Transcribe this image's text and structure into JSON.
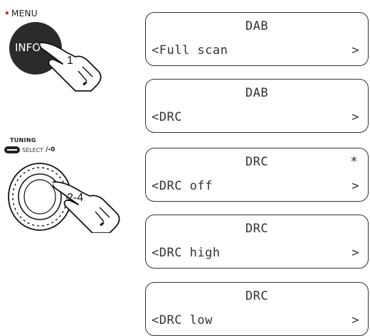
{
  "controls": {
    "menu_label": "MENU",
    "info_button_label": "INFO",
    "tuning_label": "TUNING",
    "select_label": "SELECT",
    "select_symbols": "/-0",
    "step_1_label": "1",
    "step_2_label": "2-4"
  },
  "displays": [
    {
      "line1": "DAB",
      "line2": "<Full scan",
      "arrow": ">",
      "flag": ""
    },
    {
      "line1": "DAB",
      "line2": "<DRC",
      "arrow": ">",
      "flag": ""
    },
    {
      "line1": "DRC",
      "line2": "<DRC off",
      "arrow": ">",
      "flag": "*"
    },
    {
      "line1": "DRC",
      "line2": "<DRC high",
      "arrow": ">",
      "flag": ""
    },
    {
      "line1": "DRC",
      "line2": "<DRC low",
      "arrow": ">",
      "flag": ""
    }
  ]
}
